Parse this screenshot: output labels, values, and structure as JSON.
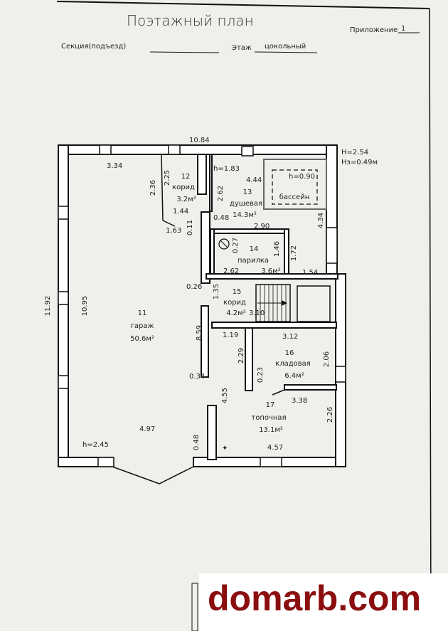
{
  "header": {
    "title": "Поэтажный план",
    "appendix_label": "Приложение",
    "appendix_value": "1",
    "section_label": "Секция(подъезд)",
    "floor_label": "Этаж",
    "floor_value": "цокольный"
  },
  "heights": {
    "H": "H=2.54",
    "Hz": "Нз=0.49м",
    "h_pool": "h=0.90",
    "h_shower": "h=1.83",
    "h_garage": "h=2.45"
  },
  "rooms": [
    {
      "num": "11",
      "name": "гараж",
      "area": "50.6м²"
    },
    {
      "num": "12",
      "name": "корид",
      "area": "3.2м²"
    },
    {
      "num": "13",
      "name": "душевая",
      "area": "14.3м²"
    },
    {
      "num": "14",
      "name": "парилка",
      "area": "3.6м²"
    },
    {
      "num": "15",
      "name": "корид",
      "area": "4.2м²"
    },
    {
      "num": "16",
      "name": "кладовая",
      "area": "6.4м²"
    },
    {
      "num": "17",
      "name": "топочная",
      "area": "13.1м²"
    }
  ],
  "pool_label": "бассейн",
  "dims": {
    "d1084": "10.84",
    "d334": "3.34",
    "d1192": "11.92",
    "d1095": "10.95",
    "d497": "4.97",
    "d236": "2.36",
    "d225": "2.25",
    "d144": "1.44",
    "d163": "1.63",
    "d011": "0.11",
    "d262": "2.62",
    "d444": "4.44",
    "d048a": "0.48",
    "d290": "2.90",
    "d027": "0.27",
    "d146": "1.46",
    "d172": "1.72",
    "d262b": "2.62",
    "d154": "1.54",
    "d434": "4.34",
    "d026": "0.26",
    "d135": "1.35",
    "d310": "3.10",
    "d859": "8.59",
    "d034": "0.34",
    "d119": "1.19",
    "d312": "3.12",
    "d229": "2.29",
    "d023": "0.23",
    "d206": "2.06",
    "d338": "3.38",
    "d455": "4.55",
    "d226": "2.26",
    "d457": "4.57",
    "d048b": "0.48"
  },
  "watermark": "domarb.com"
}
